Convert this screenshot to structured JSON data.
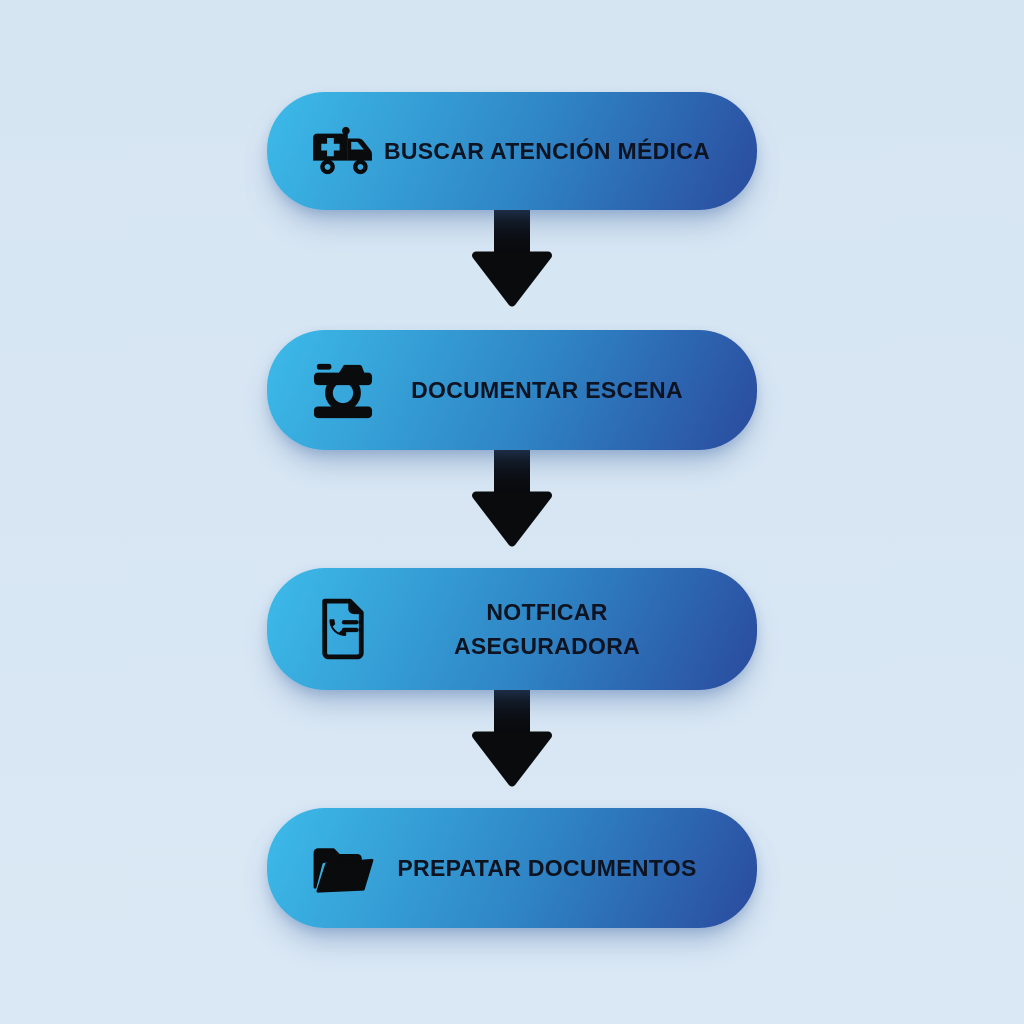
{
  "diagram": {
    "type": "vertical-flowchart",
    "steps": [
      {
        "icon": "ambulance-icon",
        "label": "BUSCAR ATENCIÓN MÉDICA"
      },
      {
        "icon": "camera-icon",
        "label": "DOCUMENTAR ESCENA"
      },
      {
        "icon": "phone-document-icon",
        "label_line1": "NOTFICAR",
        "label_line2": "ASEGURADORA"
      },
      {
        "icon": "open-folder-icon",
        "label": "PREPATAR DOCUMENTOS"
      }
    ],
    "connectors": [
      "down-arrow",
      "down-arrow",
      "down-arrow"
    ]
  },
  "style": {
    "background_color": "#d8e6f3",
    "node_gradient_start": "#3cbbe9",
    "node_gradient_end": "#2a4a9e",
    "arrow_color": "#0a0b0d",
    "text_color": "#0d1320"
  }
}
